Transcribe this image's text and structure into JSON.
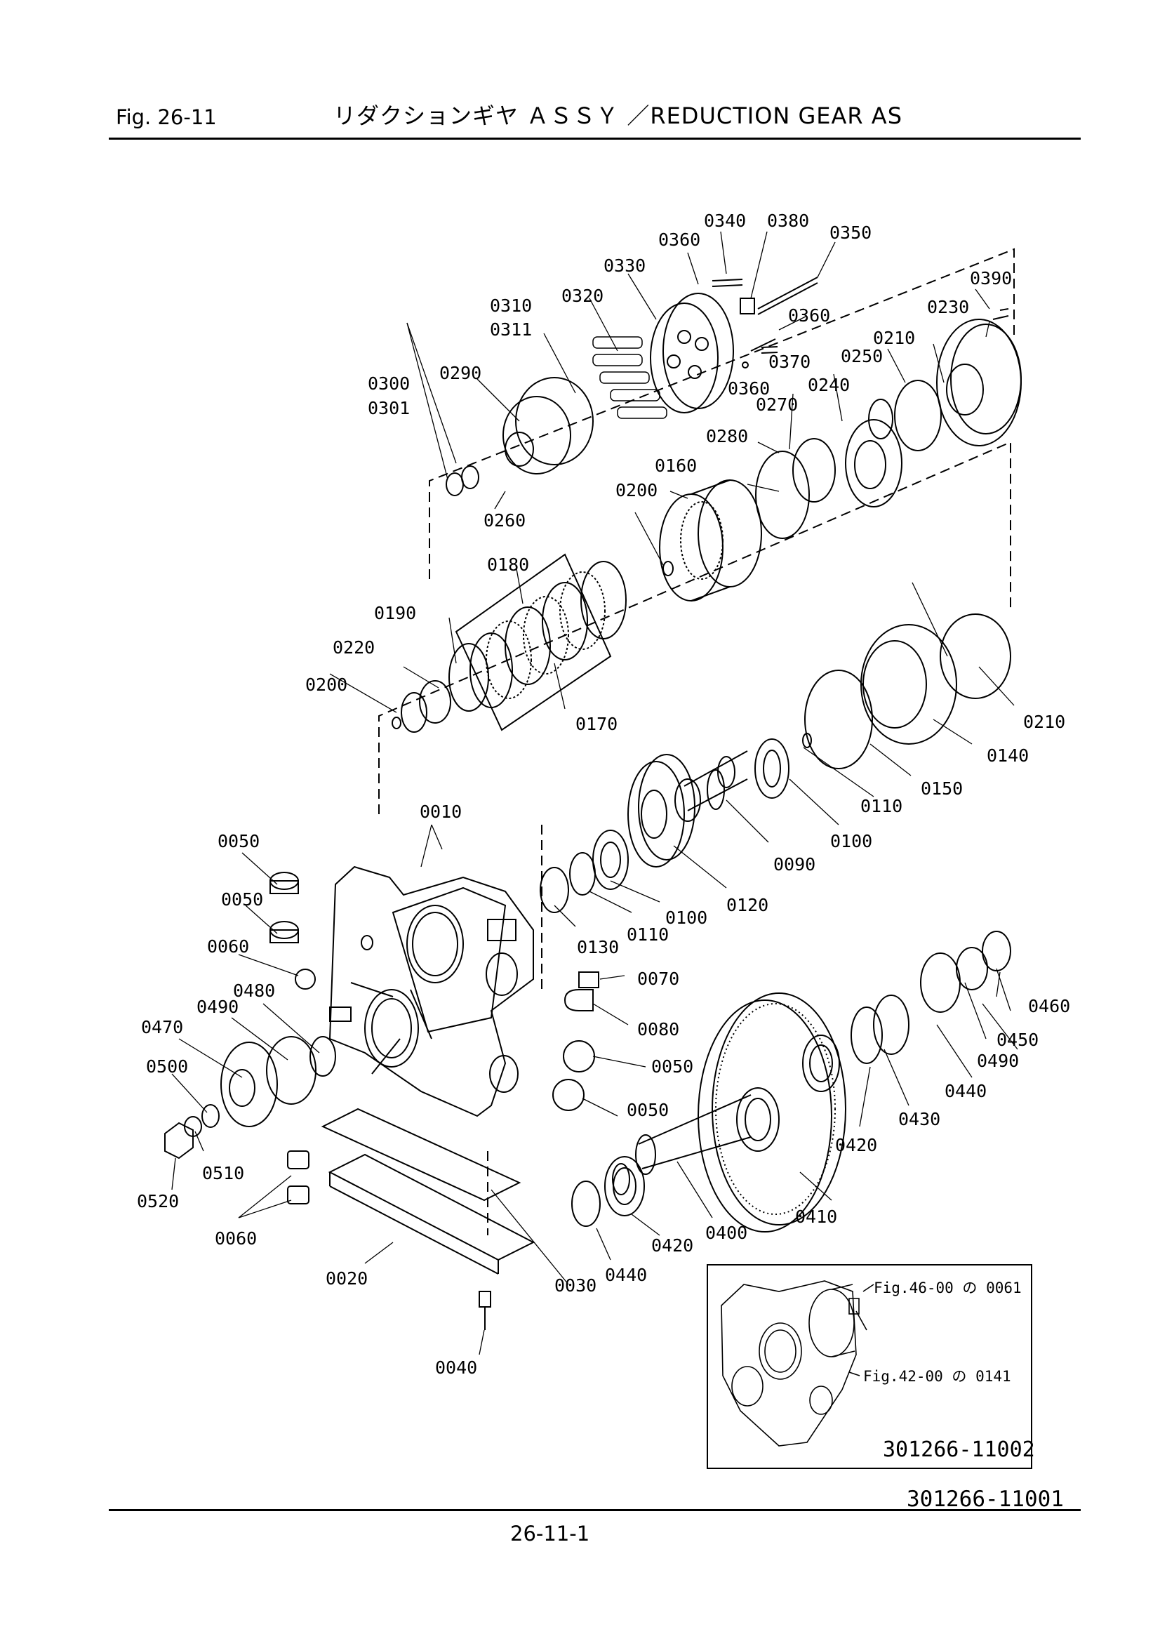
{
  "header": {
    "fig_label": "Fig.  26-11",
    "title": "リダクションギヤ ＡＳＳＹ ／REDUCTION   GEAR   AS"
  },
  "part_labels": [
    "0010",
    "0020",
    "0030",
    "0040",
    "0050",
    "0050",
    "0050",
    "0050",
    "0060",
    "0060",
    "0070",
    "0080",
    "0090",
    "0100",
    "0100",
    "0110",
    "0110",
    "0120",
    "0130",
    "0140",
    "0150",
    "0160",
    "0170",
    "0180",
    "0190",
    "0200",
    "0200",
    "0210",
    "0210",
    "0220",
    "0230",
    "0240",
    "0250",
    "0260",
    "0270",
    "0280",
    "0290",
    "0300",
    "0301",
    "0310",
    "0311",
    "0320",
    "0330",
    "0340",
    "0350",
    "0360",
    "0360",
    "0360",
    "0370",
    "0380",
    "0390",
    "0400",
    "0410",
    "0420",
    "0420",
    "0430",
    "0440",
    "0440",
    "0450",
    "0460",
    "0470",
    "0480",
    "0490",
    "0490",
    "0500",
    "0510",
    "0520"
  ],
  "inset": {
    "ref_1": "Fig.46-00 の 0061",
    "ref_2": "Fig.42-00 の 0141",
    "doc_number": "301266-11002"
  },
  "doc_number": "301266-11001",
  "page_number": "26-11-1"
}
